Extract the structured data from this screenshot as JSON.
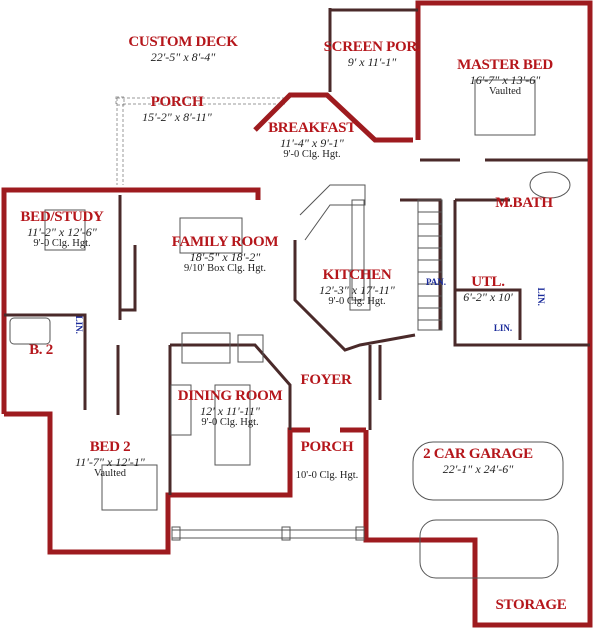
{
  "colors": {
    "wall": "#9e1b1f",
    "interior_wall": "#4a2a2a",
    "label": "#b5161b",
    "closet_label": "#1a2a9a"
  },
  "rooms": {
    "custom_deck": {
      "name": "CUSTOM DECK",
      "dim": "22'-5\" x 8'-4\""
    },
    "screen_porch": {
      "name": "SCREEN POR.",
      "dim": "9' x 11'-1\""
    },
    "master_bed": {
      "name": "MASTER BED",
      "dim": "16'-7\" x 13'-6\"",
      "note": "Vaulted"
    },
    "rear_porch": {
      "name": "PORCH",
      "dim": "15'-2\" x 8'-11\""
    },
    "breakfast": {
      "name": "BREAKFAST",
      "dim": "11'-4\" x 9'-1\"",
      "note": "9'-0 Clg. Hgt."
    },
    "bed_study": {
      "name": "BED/STUDY",
      "dim": "11'-2\" x 12'-6\"",
      "note": "9'-0 Clg. Hgt."
    },
    "family_room": {
      "name": "FAMILY ROOM",
      "dim": "18'-5\" x 18'-2\"",
      "note": "9/10' Box Clg. Hgt."
    },
    "kitchen": {
      "name": "KITCHEN",
      "dim": "12'-3\" x 17'-11\"",
      "note": "9'-0 Clg. Hgt."
    },
    "m_bath": {
      "name": "M.BATH"
    },
    "pantry": {
      "name": "PAN."
    },
    "utility": {
      "name": "UTL.",
      "dim": "6'-2\" x 10'"
    },
    "lin1": {
      "name": "LIN."
    },
    "lin2": {
      "name": "LIN."
    },
    "lin3": {
      "name": "LIN."
    },
    "b2": {
      "name": "B. 2"
    },
    "foyer": {
      "name": "FOYER"
    },
    "dining_room": {
      "name": "DINING ROOM",
      "dim": "12' x 11'-11\"",
      "note": "9'-0 Clg. Hgt."
    },
    "bed2": {
      "name": "BED 2",
      "dim": "11'-7\" x 12'-1\"",
      "note": "Vaulted"
    },
    "front_porch": {
      "name": "PORCH",
      "note": "10'-0 Clg. Hgt."
    },
    "garage": {
      "name": "2 CAR GARAGE",
      "dim": "22'-1\" x 24'-6\""
    },
    "storage": {
      "name": "STORAGE"
    }
  }
}
